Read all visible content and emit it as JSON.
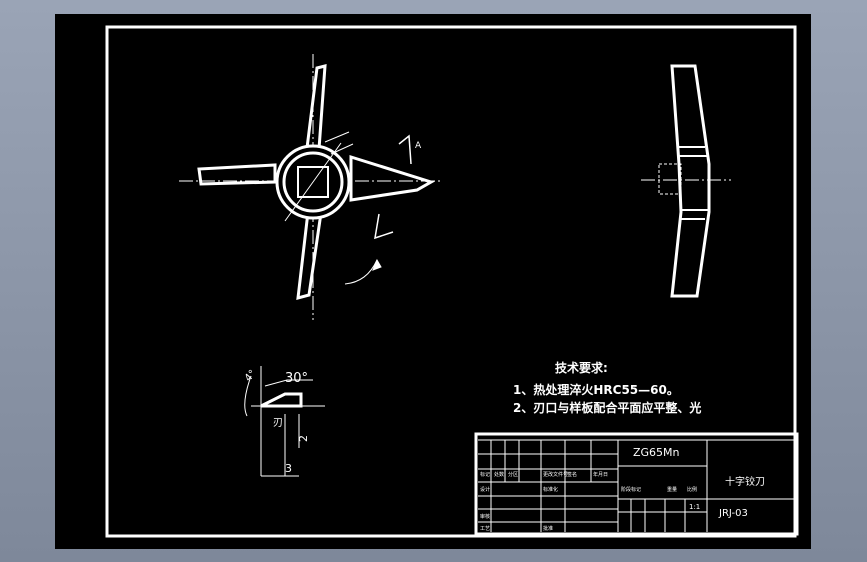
{
  "drawing": {
    "technical_requirements": {
      "title": "技术要求:",
      "items": [
        "1、热处理淬火HRC55—60。",
        "2、刃口与样板配合平面应平整、光"
      ]
    },
    "section_label": "A",
    "detail_dims": {
      "angle_top": "30°",
      "angle_side": "4°",
      "dim_height": "2",
      "dim_width": "3",
      "edge_note": "刃"
    }
  },
  "title_block": {
    "material": "ZG65Mn",
    "part_name": "十字铰刀",
    "drawing_number": "JRJ-03",
    "scale": "1:1",
    "header_cells": [
      "标记",
      "处数",
      "分区",
      "更改文件号",
      "签名",
      "年月日"
    ],
    "row_labels": [
      "设计",
      "审核",
      "工艺"
    ],
    "mid_cells": [
      "标准化",
      "批准"
    ],
    "right_cells": [
      "阶段标记",
      "重量",
      "比例"
    ]
  },
  "colors": {
    "background": "#000000",
    "lines": "#ffffff",
    "frame_bg": "#8a94a6"
  }
}
